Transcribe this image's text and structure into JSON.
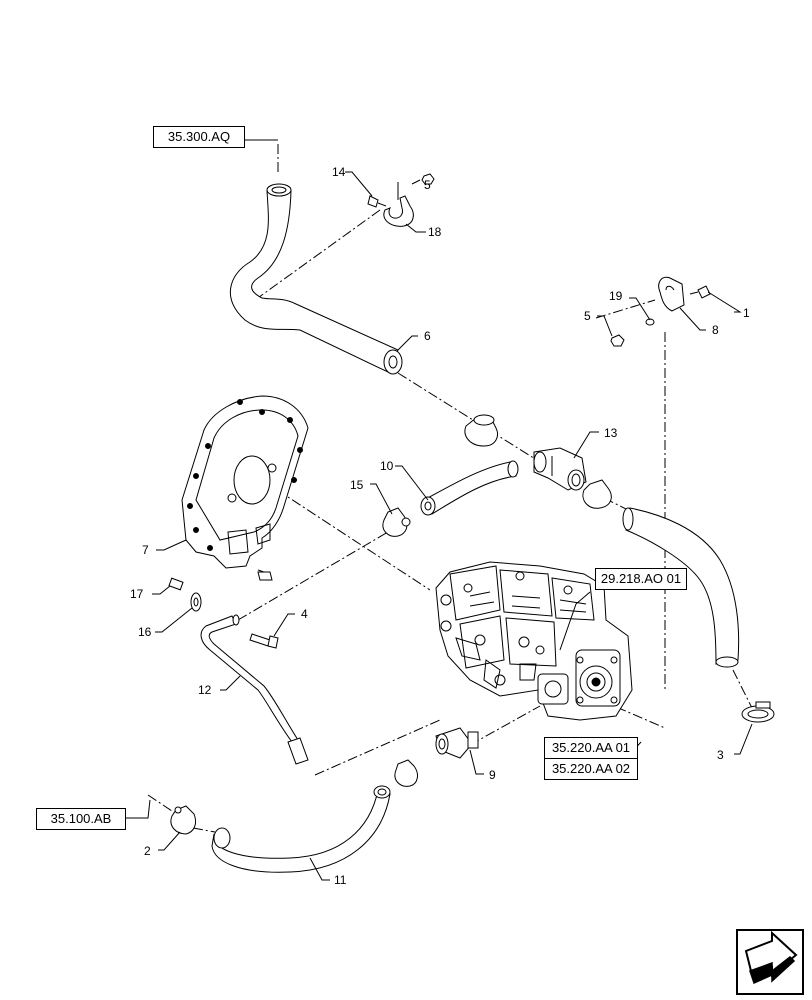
{
  "refs": {
    "r35300": "35.300.AQ",
    "r29218": "29.218.AO 01",
    "r35220a": "35.220.AA 01",
    "r35220b": "35.220.AA 02",
    "r35100": "35.100.AB"
  },
  "callouts": {
    "c1": "1",
    "c2": "2",
    "c3": "3",
    "c4": "4",
    "c5a": "5",
    "c5b": "5",
    "c6": "6",
    "c7": "7",
    "c8": "8",
    "c9": "9",
    "c10": "10",
    "c11": "11",
    "c12": "12",
    "c13": "13",
    "c14": "14",
    "c15": "15",
    "c16": "16",
    "c17": "17",
    "c18": "18",
    "c19": "19"
  },
  "nav": {
    "icon": "next-page-arrow-icon"
  }
}
